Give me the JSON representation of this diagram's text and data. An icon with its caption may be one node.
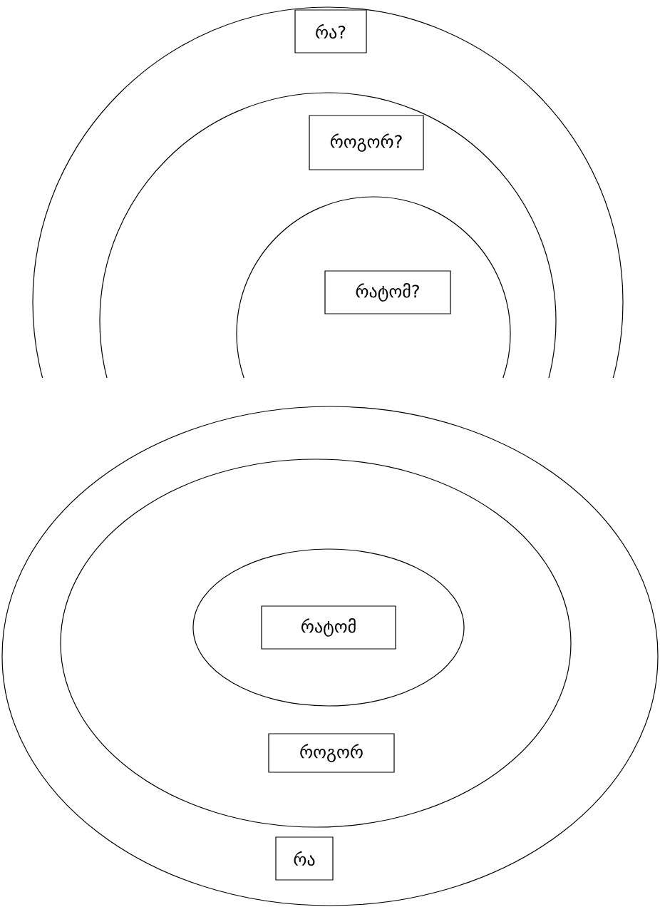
{
  "diagram": {
    "nodes": [
      {
        "text": [],
        "shape": "circle"
      },
      {
        "text": [
          "რა?"
        ],
        "in": 0
      },
      {
        "text": [],
        "shape": "circle",
        "in": 0
      },
      {
        "text": [
          "როგორ?"
        ],
        "in": 2
      },
      {
        "text": [],
        "shape": "circle",
        "in": 2
      },
      {
        "text": [
          "რატომ?"
        ],
        "in": 4
      },
      {
        "text": [],
        "shape": "ellipse"
      },
      {
        "text": [],
        "shape": "ellipse",
        "in": 6
      },
      {
        "text": [],
        "shape": "ellipse",
        "in": 7
      },
      {
        "text": [
          "რატომ"
        ],
        "in": 8
      },
      {
        "text": [
          "როგორ"
        ],
        "in": 7
      },
      {
        "text": [
          "რა"
        ],
        "in": 6
      }
    ]
  }
}
